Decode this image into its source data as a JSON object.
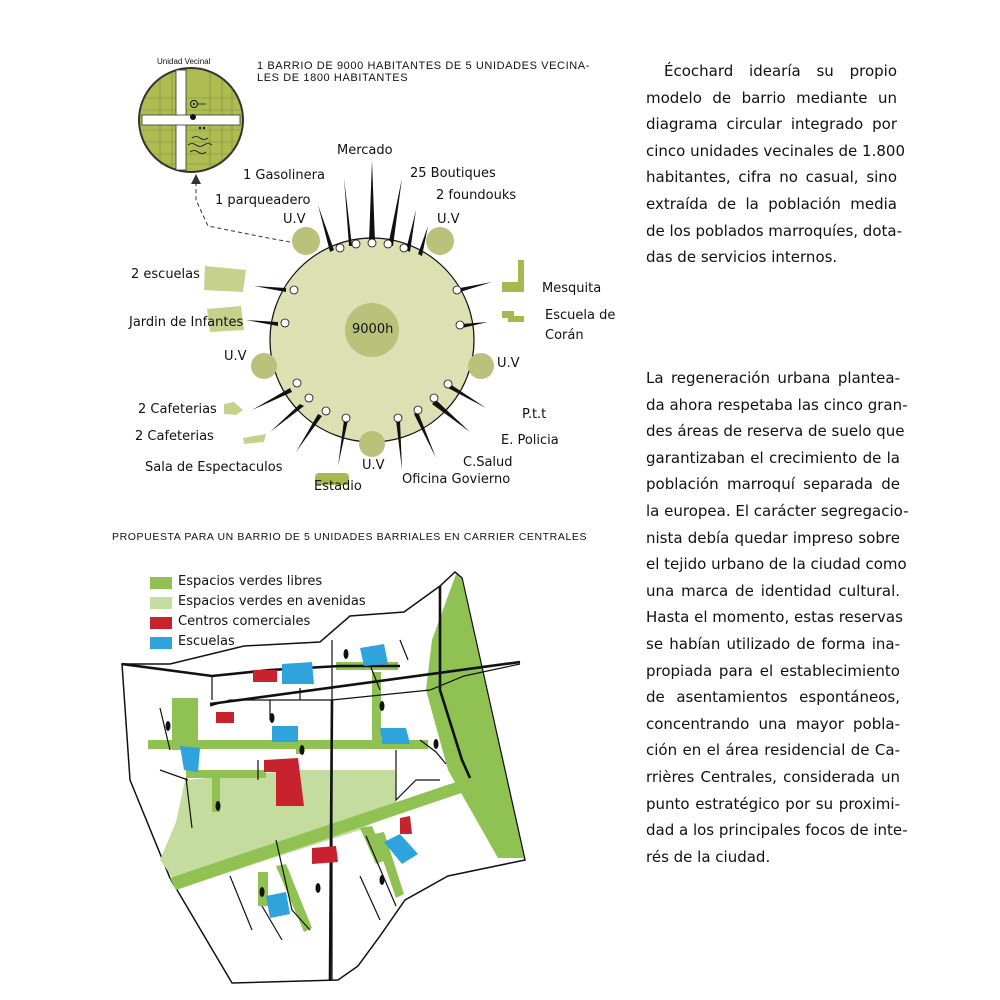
{
  "diagram": {
    "title_line1": "1 BARRIO DE 9000 HABITANTES DE 5 UNIDADES VECINA-",
    "title_line2": "LES DE 1800 HABITANTES",
    "inset_label": "Unidad Vecinal",
    "center_label": "9000h",
    "uv_label": "U.V",
    "labels": {
      "mercado": "Mercado",
      "gasolinera": "1 Gasolinera",
      "boutiques": "25 Boutiques",
      "foundouks": "2 foundouks",
      "parqueadero": "1 parqueadero",
      "escuelas": "2 escuelas",
      "mesquita": "Mesquita",
      "escuela_coran_1": "Escuela de",
      "escuela_coran_2": "Corán",
      "jardin": "Jardin de Infantes",
      "cafeterias_1": "2 Cafeterias",
      "cafeterias_2": "2 Cafeterias",
      "espectaculos": "Sala de Espectaculos",
      "estadio": "Estadio",
      "oficina": "Oficina Govierno",
      "csalud": "C.Salud",
      "policia": "E. Policia",
      "ptt": "P.t.t"
    }
  },
  "map": {
    "title": "PROPUESTA PARA UN BARRIO DE 5 UNIDADES BARRIALES EN CARRIER CENTRALES",
    "legend": [
      {
        "label": "Espacios verdes libres",
        "color": "#8fc153"
      },
      {
        "label": "Espacios verdes en avenidas",
        "color": "#c4dd9e"
      },
      {
        "label": "Centros comerciales",
        "color": "#c9222f"
      },
      {
        "label": "Escuelas",
        "color": "#2ea3dc"
      }
    ]
  },
  "text": {
    "paragraph1": [
      "Écochard idearía su propio",
      "modelo de barrio mediante un",
      "diagrama circular integrado por",
      "cinco unidades vecinales de 1.800",
      "habitantes, cifra no casual, sino",
      "extraída de la población media",
      "de los poblados marroquíes, dota-",
      "das de servicios internos."
    ],
    "paragraph2": [
      "La regeneración urbana plantea-",
      "da ahora respetaba las cinco gran-",
      "des áreas de reserva de suelo que",
      "garantizaban el crecimiento de la",
      "población marroquí separada de",
      "la europea. El carácter segregacio-",
      "nista debía quedar impreso sobre",
      "el tejido urbano de la ciudad como",
      "una marca de identidad cultural.",
      "Hasta el momento, estas reservas",
      "se habían utilizado de forma ina-",
      "propiada para el establecimiento",
      "de asentamientos espontáneos,",
      "concentrando una mayor pobla-",
      "ción en el área residencial de Ca-",
      "rrières Centrales, considerada un",
      "punto estratégico por su proximi-",
      "dad a los principales focos de inte-",
      "rés de la ciudad."
    ]
  }
}
